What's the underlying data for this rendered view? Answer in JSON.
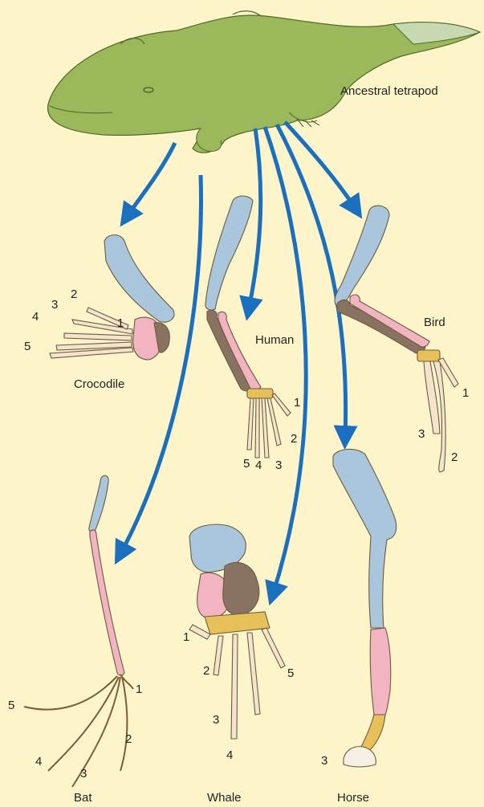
{
  "labels": {
    "ancestor": "Ancestral tetrapod",
    "crocodile": "Crocodile",
    "human": "Human",
    "bird": "Bird",
    "bat": "Bat",
    "whale": "Whale",
    "horse": "Horse"
  },
  "digits": {
    "crocodile": [
      "1",
      "2",
      "3",
      "4",
      "5"
    ],
    "human": [
      "1",
      "2",
      "3",
      "4",
      "5"
    ],
    "bird": [
      "1",
      "2",
      "3"
    ],
    "bat": [
      "1",
      "2",
      "3",
      "4",
      "5"
    ],
    "whale": [
      "1",
      "2",
      "3",
      "4",
      "5"
    ],
    "horse": [
      "3"
    ]
  },
  "colors": {
    "background": "#fdf5c9",
    "arrow": "#1a6fbf",
    "humerus": "#a9c6dc",
    "radius": "#f2b4c0",
    "ulna": "#8a7262",
    "carpals": "#e8c05a",
    "digits": "#f4e4cc",
    "tetrapod": "#9bb85a"
  },
  "icons": {
    "tetrapod": "ancestral-tetrapod-illustration"
  }
}
